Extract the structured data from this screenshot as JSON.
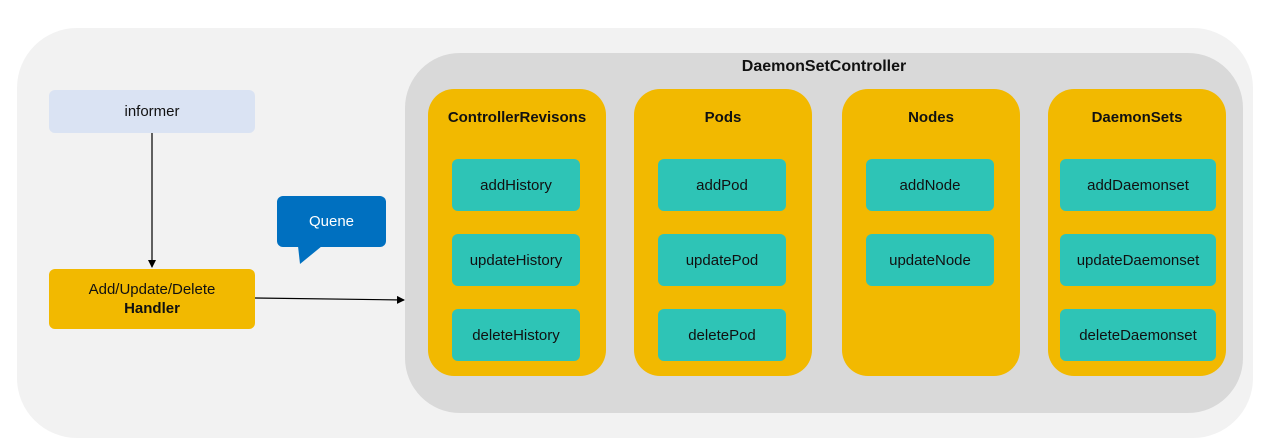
{
  "informer": {
    "label": "informer"
  },
  "handler": {
    "line1": "Add/Update/Delete",
    "line2": "Handler"
  },
  "queue": {
    "label": "Quene"
  },
  "controller": {
    "title": "DaemonSetController",
    "columns": [
      {
        "title": "ControllerRevisons",
        "items": [
          "addHistory",
          "updateHistory",
          "deleteHistory"
        ]
      },
      {
        "title": "Pods",
        "items": [
          "addPod",
          "updatePod",
          "deletePod"
        ]
      },
      {
        "title": "Nodes",
        "items": [
          "addNode",
          "updateNode"
        ]
      },
      {
        "title": "DaemonSets",
        "items": [
          "addDaemonset",
          "updateDaemonset",
          "deleteDaemonset"
        ]
      }
    ]
  },
  "colors": {
    "outer_bg": "#f2f2f2",
    "controller_bg": "#d9d9d9",
    "informer_fill": "#dae3f3",
    "column_fill": "#f2b900",
    "item_fill": "#2ec4b6",
    "queue_fill": "#0070c0"
  }
}
